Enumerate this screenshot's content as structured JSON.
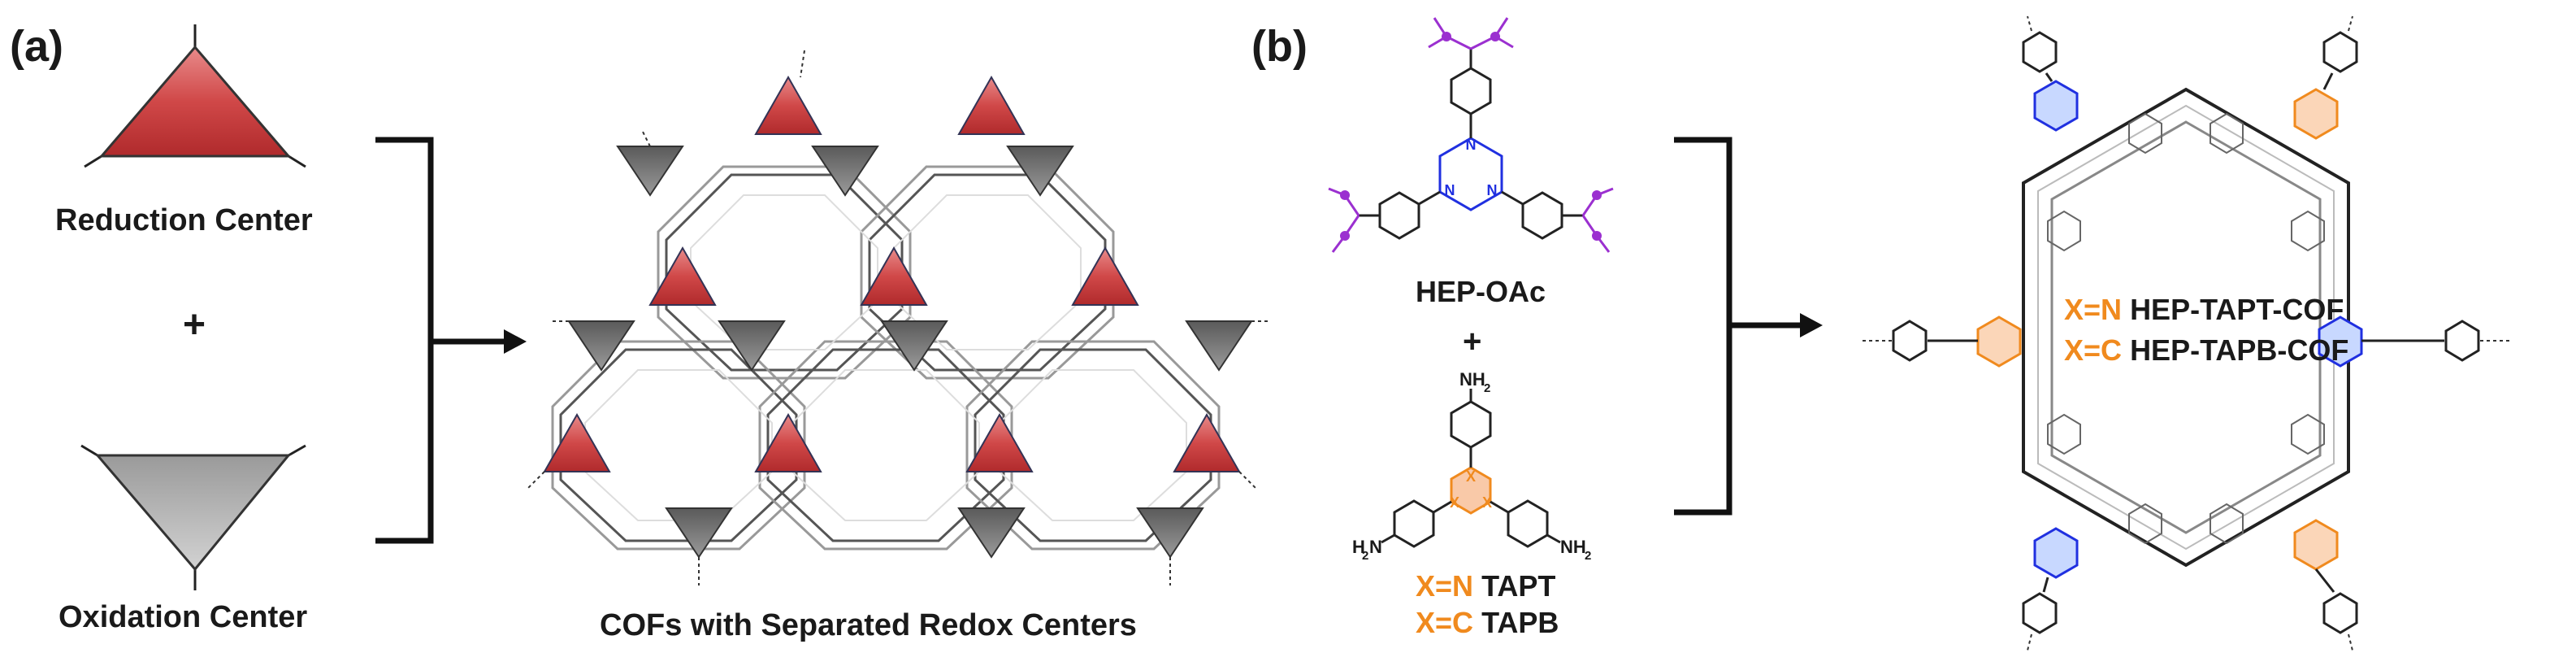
{
  "panel_a": {
    "label": "(a)",
    "reduction_label": "Reduction Center",
    "plus": "+",
    "oxidation_label": "Oxidation Center",
    "result_caption": "COFs with Separated Redox Centers"
  },
  "panel_b": {
    "label": "(b)",
    "monomer1_name": "HEP-OAc",
    "plus": "+",
    "amine_label": "NH",
    "amine_sub": "2",
    "amine_label_left": "H",
    "amine_left_rest": "N",
    "monomer2_x1": "X=N",
    "monomer2_name1": "TAPT",
    "monomer2_x2": "X=C",
    "monomer2_name2": "TAPB",
    "cof_x1": "X=N",
    "cof_name1": "HEP-TAPT-COF",
    "cof_x2": "X=C",
    "cof_name2": "HEP-TAPB-COF",
    "triazine_atom": "N",
    "variable_atom": "X"
  },
  "colors": {
    "reduction": "#c0393b",
    "oxidation": "#a8a8a8",
    "triazine": "#2030e0",
    "variable": "#f08a1e",
    "acetate": "#9b30d0"
  }
}
